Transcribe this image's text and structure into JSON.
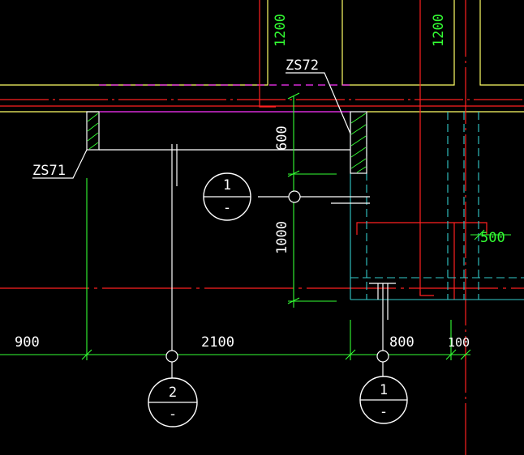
{
  "colors": {
    "background": "#000000",
    "wall": "#ffff66",
    "axis": "#ff2020",
    "beam": "#ff33ff",
    "structure": "#ffffff",
    "dimension": "#33ff33",
    "hidden": "#33cccc",
    "hatch": "#33ff33",
    "label_white": "#ffffff",
    "label_green": "#33ff33"
  },
  "labels": {
    "zs72": "ZS72",
    "zs71": "ZS71"
  },
  "dimensions": {
    "top_left": "1200",
    "top_right": "1200",
    "vertical_upper": "600",
    "vertical_lower": "1000",
    "right_box": "500",
    "bottom_900": "900",
    "bottom_2100": "2100",
    "bottom_800": "800",
    "bottom_100": "100"
  },
  "section_marks": [
    {
      "number": "1",
      "sub": "-"
    },
    {
      "number": "2",
      "sub": "-"
    },
    {
      "number": "1",
      "sub": "-"
    }
  ]
}
